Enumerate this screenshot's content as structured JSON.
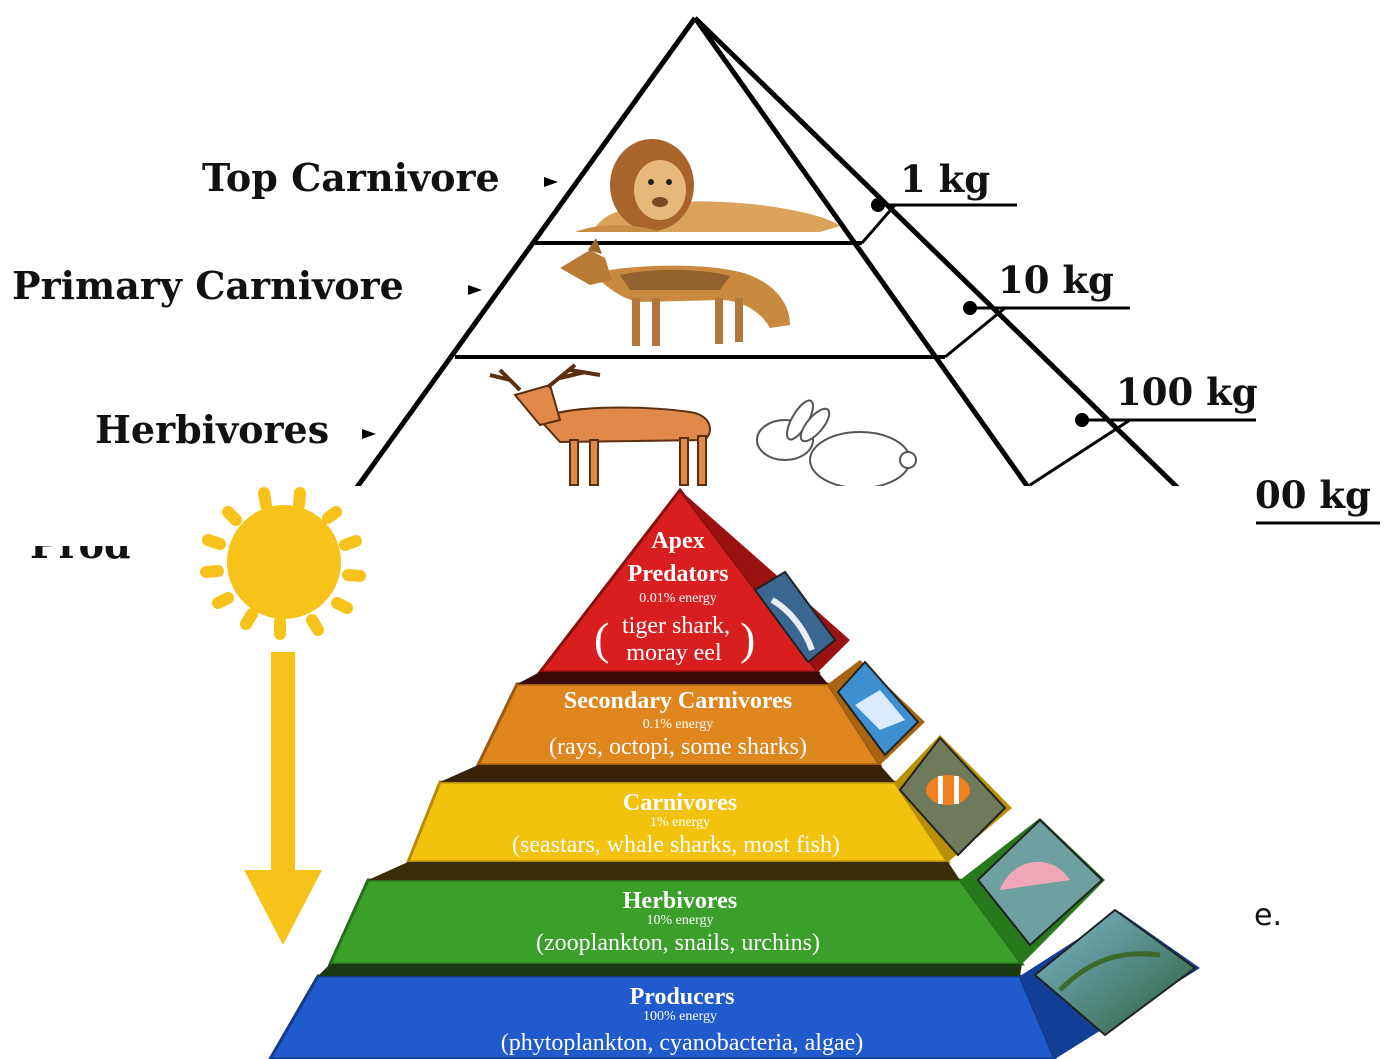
{
  "upper_pyramid": {
    "levels": [
      {
        "label": "Top Carnivore",
        "mass": "1 kg",
        "animal": "lion-icon"
      },
      {
        "label": "Primary Carnivore",
        "mass": "10 kg",
        "animal": "jackal-icon"
      },
      {
        "label": "Herbivores",
        "mass": "100 kg",
        "animals": [
          "deer-icon",
          "rabbit-icon"
        ]
      },
      {
        "label": "Prod",
        "mass": "00 kg"
      }
    ],
    "stray_text": "e."
  },
  "marine_pyramid": {
    "levels": [
      {
        "title_line1": "Apex",
        "title_line2": "Predators",
        "energy": "0.01% energy",
        "examples_line1": "tiger shark,",
        "examples_line2": "moray eel",
        "color": "#d81e1e"
      },
      {
        "title": "Secondary Carnivores",
        "energy": "0.1% energy",
        "examples": "(rays, octopi, some sharks)",
        "color": "#e0861e"
      },
      {
        "title": "Carnivores",
        "energy": "1% energy",
        "examples": "(seastars, whale sharks, most fish)",
        "color": "#f2c20e"
      },
      {
        "title": "Herbivores",
        "energy": "10% energy",
        "examples": "(zooplankton, snails, urchins)",
        "color": "#3aa02a"
      },
      {
        "title": "Producers",
        "energy": "100% energy",
        "examples": "(phytoplankton, cyanobacteria, algae)",
        "color": "#1f5bcc"
      }
    ],
    "sun_color": "#f7c21a",
    "arrow_color": "#f7c21a",
    "photos": [
      "shark-photo-icon",
      "ray-photo-icon",
      "clownfish-photo-icon",
      "scallop-photo-icon",
      "kelp-photo-icon"
    ]
  }
}
